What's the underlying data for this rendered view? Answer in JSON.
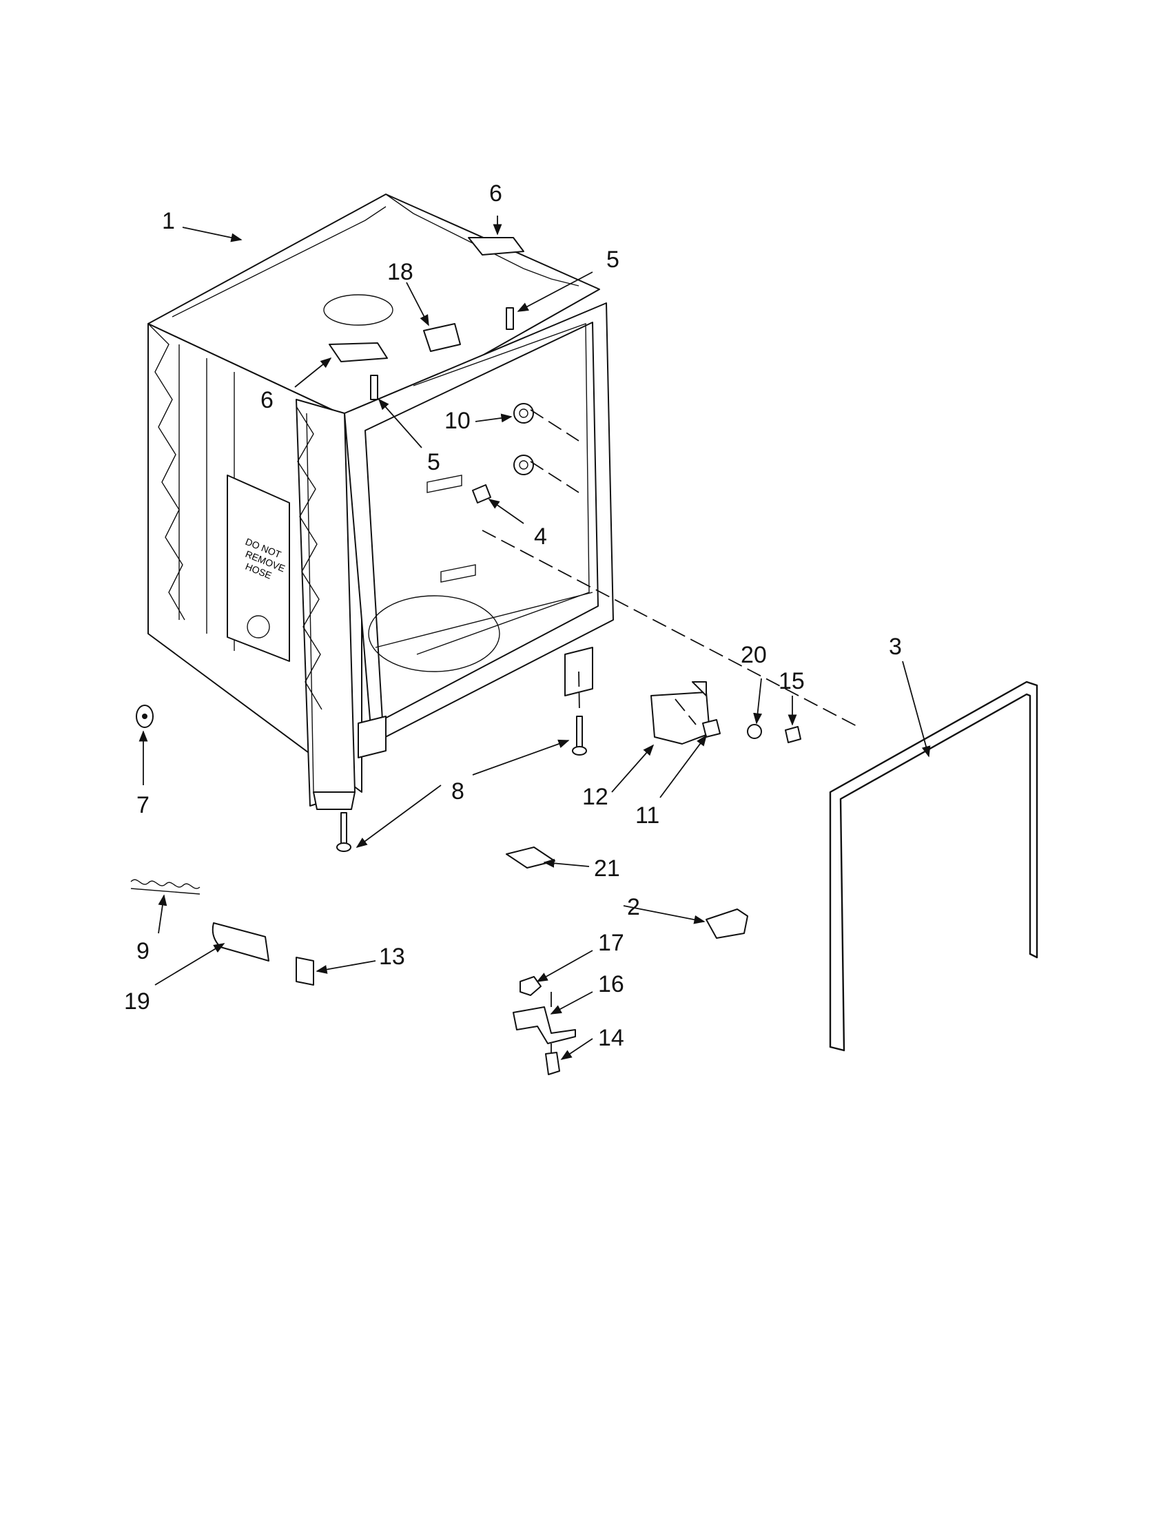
{
  "callouts": {
    "c1": "1",
    "c2": "2",
    "c3": "3",
    "c4": "4",
    "c5a": "5",
    "c5b": "5",
    "c6a": "6",
    "c6b": "6",
    "c7": "7",
    "c8": "8",
    "c9": "9",
    "c10": "10",
    "c11": "11",
    "c12": "12",
    "c13": "13",
    "c14": "14",
    "c15": "15",
    "c16": "16",
    "c17": "17",
    "c18": "18",
    "c19": "19",
    "c20": "20",
    "c21": "21"
  },
  "tub_label": {
    "line1": "DO NOT",
    "line2": "REMOVE",
    "line3": "HOSE"
  },
  "colors": {
    "ink": "#111111",
    "paper": "#ffffff"
  }
}
